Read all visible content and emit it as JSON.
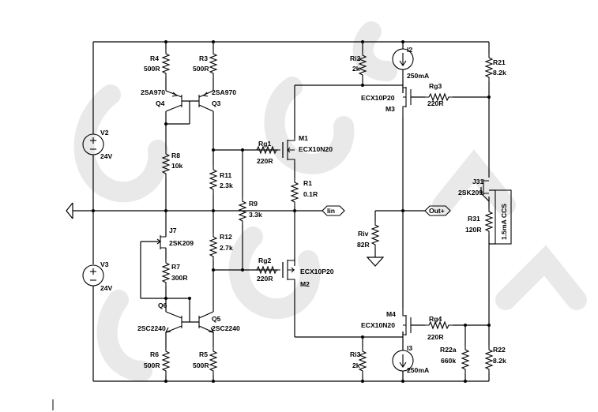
{
  "schematic": {
    "components": {
      "R4": {
        "name": "R4",
        "value": "500R"
      },
      "R3": {
        "name": "R3",
        "value": "500R"
      },
      "Ri2": {
        "name": "Ri2",
        "value": "2k"
      },
      "I2": {
        "name": "I2",
        "value": "250mA"
      },
      "R21": {
        "name": "R21",
        "value": "8.2k"
      },
      "Rg3": {
        "name": "Rg3",
        "value": "220R"
      },
      "Q4": {
        "name": "Q4",
        "part": "2SA970"
      },
      "Q3": {
        "name": "Q3",
        "part": "2SA970"
      },
      "M3": {
        "name": "M3",
        "part": "ECX10P20"
      },
      "V2": {
        "name": "V2",
        "value": "24V"
      },
      "M1": {
        "name": "M1",
        "part": "ECX10N20"
      },
      "Rg1": {
        "name": "Rg1",
        "value": "220R"
      },
      "R8": {
        "name": "R8",
        "value": "10k"
      },
      "R11": {
        "name": "R11",
        "value": "2.3k"
      },
      "R1": {
        "name": "R1",
        "value": "0.1R"
      },
      "R9": {
        "name": "R9",
        "value": "3.3k"
      },
      "J31": {
        "name": "J31",
        "part": "2SK209"
      },
      "R31": {
        "name": "R31",
        "value": "120R"
      },
      "CCS": {
        "label": "1.5mA CCS"
      },
      "J7": {
        "name": "J7",
        "part": "2SK209"
      },
      "Riv": {
        "name": "Riv",
        "value": "82R"
      },
      "R12": {
        "name": "R12",
        "value": "2.7k"
      },
      "R7": {
        "name": "R7",
        "value": "300R"
      },
      "V3": {
        "name": "V3",
        "value": "24V"
      },
      "Rg2": {
        "name": "Rg2",
        "value": "220R"
      },
      "M2": {
        "name": "M2",
        "part": "ECX10P20"
      },
      "Q6": {
        "name": "Q6",
        "part": "2SC2240"
      },
      "Q5": {
        "name": "Q5",
        "part": "2SC2240"
      },
      "M4": {
        "name": "M4",
        "part": "ECX10N20"
      },
      "Rg4": {
        "name": "Rg4",
        "value": "220R"
      },
      "R6": {
        "name": "R6",
        "value": "500R"
      },
      "R5": {
        "name": "R5",
        "value": "500R"
      },
      "Ri3": {
        "name": "Ri3",
        "value": "2k"
      },
      "I3": {
        "name": "I3",
        "value": "250mA"
      },
      "R22a": {
        "name": "R22a",
        "value": "660k"
      },
      "R22": {
        "name": "R22",
        "value": "8.2k"
      }
    },
    "nets": {
      "input": "Iin",
      "output": "Out+"
    }
  }
}
